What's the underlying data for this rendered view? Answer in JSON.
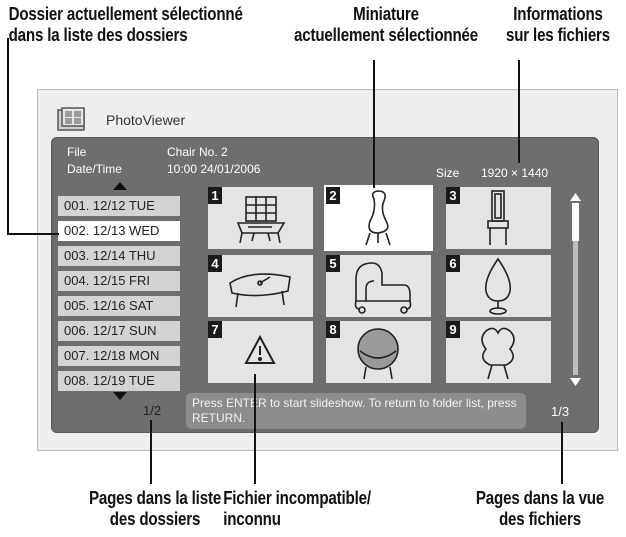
{
  "callouts": {
    "selected_folder": "Dossier actuellement sélectionné\ndans la liste des dossiers",
    "selected_thumbnail": "Miniature\nactuellement sélectionnée",
    "file_info": "Informations\nsur les fichiers",
    "folder_pages": "Pages dans la liste\ndes dossiers",
    "incompatible_file": "Fichier incompatible/\ninconnu",
    "file_pages": "Pages dans la vue\ndes fichiers"
  },
  "app": {
    "title": "PhotoViewer",
    "icon": "photo-viewer-icon"
  },
  "file_info": {
    "file_label": "File",
    "file_value": "Chair No. 2",
    "datetime_label": "Date/Time",
    "datetime_value": "10:00 24/01/2006",
    "size_label": "Size",
    "size_value": "1920 × 1440"
  },
  "folders": {
    "items": [
      "001. 12/12 TUE",
      "002. 12/13 WED",
      "003. 12/14 THU",
      "004. 12/15 FRI",
      "005. 12/16 SAT",
      "006. 12/17 SUN",
      "007. 12/18 MON",
      "008. 12/19 TUE"
    ],
    "selected_index": 1,
    "page": "1/2"
  },
  "thumbnails": [
    {
      "num": "1",
      "icon": "grid-chair-icon"
    },
    {
      "num": "2",
      "icon": "chair-icon",
      "selected": true
    },
    {
      "num": "3",
      "icon": "tall-chair-icon"
    },
    {
      "num": "4",
      "icon": "table-icon"
    },
    {
      "num": "5",
      "icon": "sofa-icon"
    },
    {
      "num": "6",
      "icon": "drop-chair-icon"
    },
    {
      "num": "7",
      "icon": "warning-icon"
    },
    {
      "num": "8",
      "icon": "egg-chair-icon"
    },
    {
      "num": "9",
      "icon": "lips-chair-icon"
    }
  ],
  "message": "Press ENTER to start slideshow. To return to folder list, press RETURN.",
  "file_page": "1/3"
}
